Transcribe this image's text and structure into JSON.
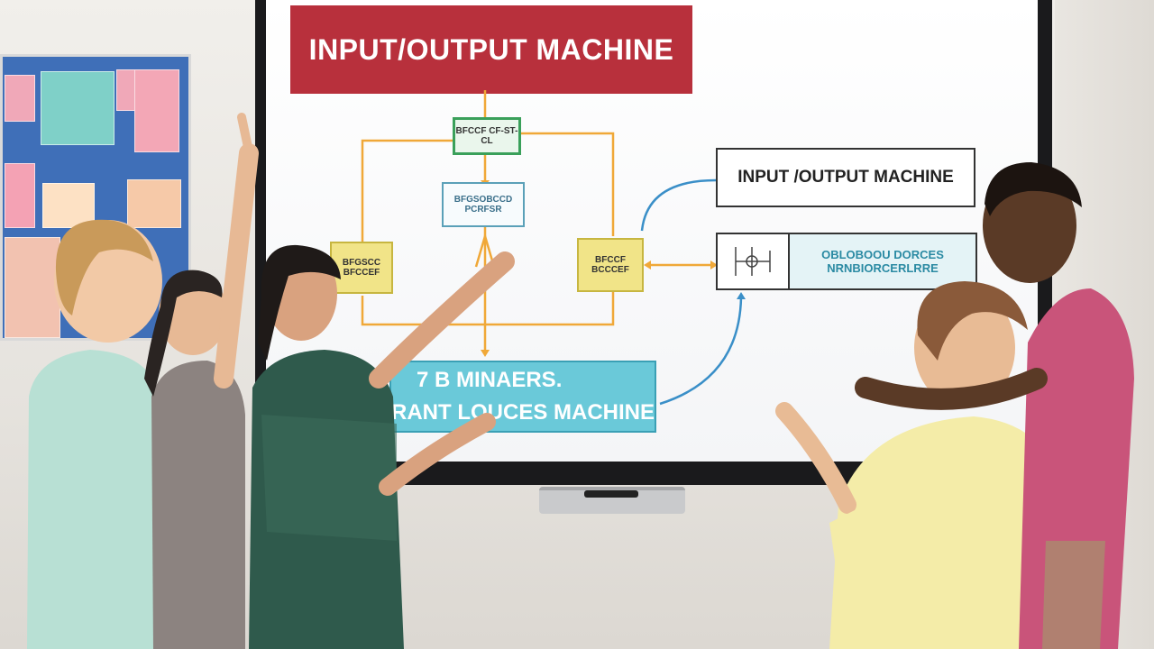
{
  "scene": {
    "colors": {
      "banner": "#b8303c",
      "connector_orange": "#f0a838",
      "connector_blue": "#3a8fc8",
      "node_yellow": "#f1e488",
      "node_teal": "#6ac9d9",
      "node_green": "#3aa05a"
    }
  },
  "display": {
    "title": "INPUT/OUTPUT MACHINE",
    "label_box": "INPUT /OUTPUT MACHINE",
    "teal_box": {
      "line1": "7 B MINAERS.",
      "line2": "RANT LOUCES MACHINE"
    },
    "node_top": "BFCCF CF-ST-CL",
    "node_mid": "BFGSOBCCD PCRFSR",
    "node_left": "BFGSCC BFCCEF",
    "node_right": "BFCCF BCCCEF",
    "output_right": {
      "line1": "OBLOBOOU DORCES",
      "line2": "NRNBIORCERLRRE"
    }
  }
}
